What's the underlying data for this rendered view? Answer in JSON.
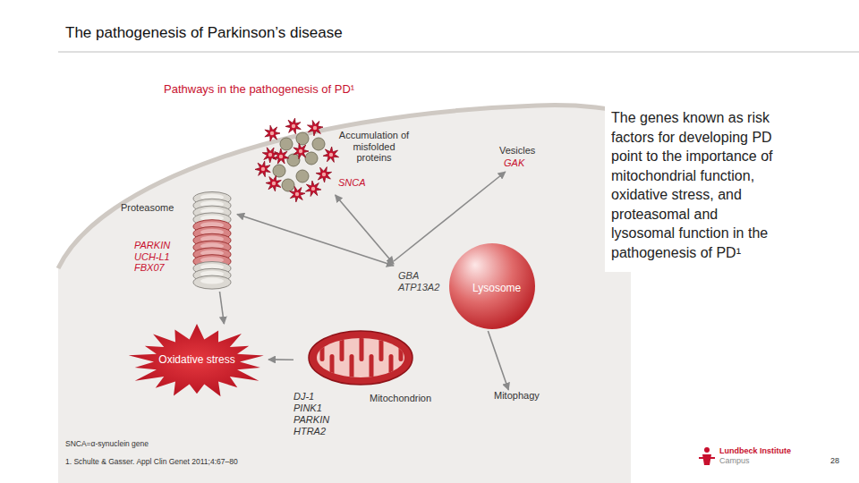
{
  "diagram": {
    "title": "The pathogenesis of Parkinson’s disease",
    "nodes": [
      {
        "text": [
          "Accumulation of misfolded proteins",
          "SNCA"
        ]
      },
      {
        "text": [
          "Vesicles",
          "GAK"
        ]
      },
      {
        "text": [
          "Proteasome",
          "PARKIN UCH-L1 FBX07"
        ]
      },
      {
        "text": [
          "GBA ATP13A2",
          "Lysosome"
        ]
      },
      {
        "text": [
          "Oxidative stress"
        ]
      },
      {
        "text": [
          "Mitochondrion",
          "DJ-1 PINK1 PARKIN HTRA2"
        ]
      },
      {
        "text": [
          "Mitophagy"
        ]
      }
    ],
    "edges": [
      {
        "from": 0,
        "to": 3,
        "arrow": "both"
      },
      {
        "from": 2,
        "to": 3,
        "arrow": "both"
      },
      {
        "from": 3,
        "to": 1,
        "arrow": "to"
      },
      {
        "from": 3,
        "to": 6,
        "arrow": "to"
      },
      {
        "from": 2,
        "to": 4,
        "arrow": "to"
      },
      {
        "from": 5,
        "to": 4,
        "arrow": "to"
      }
    ],
    "labels": [
      "Pathways in the pathogenesis of PD¹",
      "The genes known as risk factors for developing PD point to the importance of mitochondrial function, oxidative stress, and proteasomal and lysosomal function in the pathogenesis of PD¹",
      "SNCA=α-synuclein gene",
      "1. Schulte & Gasser. Appl Clin Genet 2011;4:67–80",
      "Lundbeck Institute",
      "Campus",
      "28"
    ]
  }
}
